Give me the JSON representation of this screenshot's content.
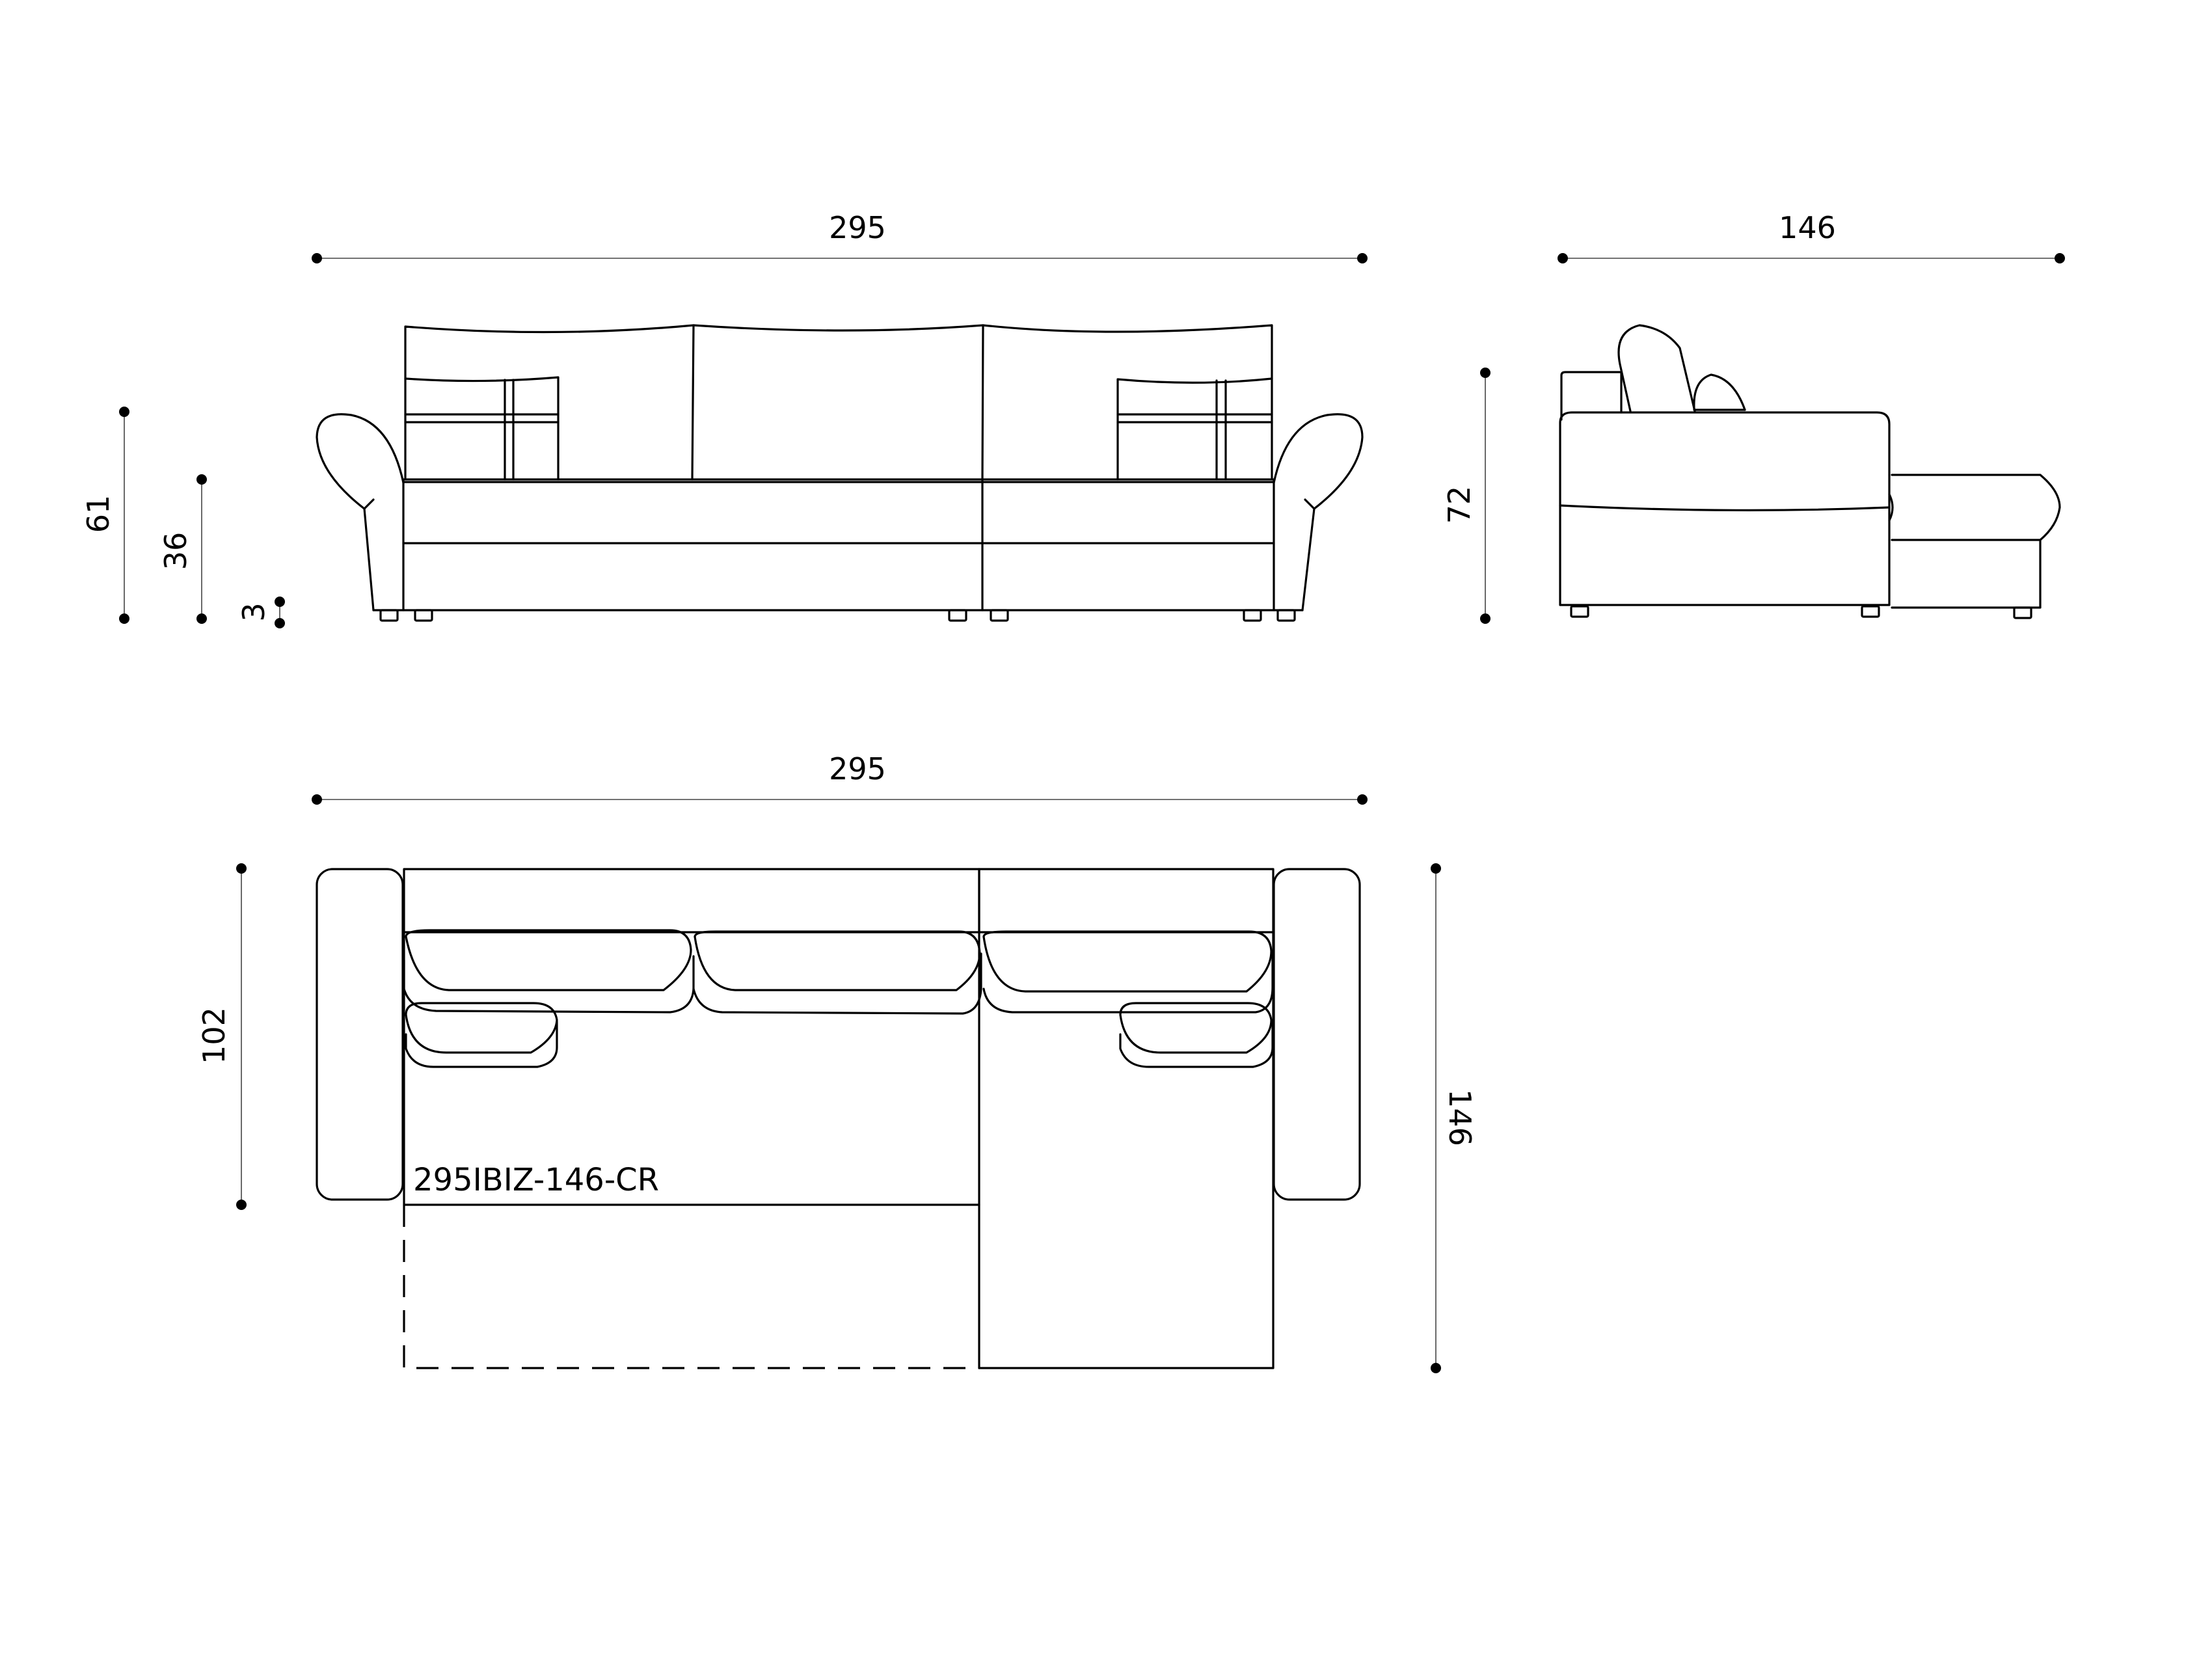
{
  "dimensions": {
    "front_width": "295",
    "side_depth": "146",
    "total_height": "61",
    "seat_height": "36",
    "leg_height": "3",
    "side_height": "72",
    "plan_width": "295",
    "plan_depth": "102",
    "plan_chaise_depth": "146"
  },
  "model_code": "295IBIZ-146-CR"
}
